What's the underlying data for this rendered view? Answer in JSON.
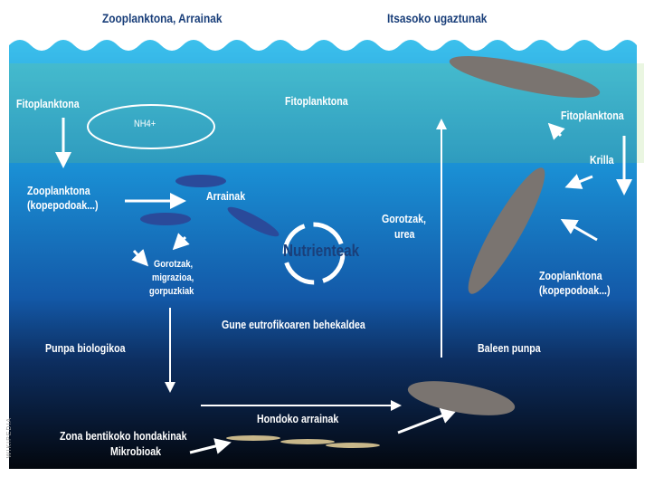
{
  "titles": {
    "left": "Zooplanktona, Arrainak",
    "right": "Itsasoko ugaztunak"
  },
  "labels": {
    "fito_left": "Fitoplanktona",
    "nh4": "NH4+",
    "zoo_left_1": "Zooplanktona",
    "zoo_left_2": "(kopepodoak...)",
    "arrainak": "Arrainak",
    "gorotzak_1": "Gorotzak,",
    "gorotzak_2": "migrazioa,",
    "gorotzak_3": "gorpuzkiak",
    "fito_center": "Fitoplanktona",
    "nutrienteak": "Nutrienteak",
    "gorotzak_urea_1": "Gorotzak,",
    "gorotzak_urea_2": "urea",
    "fito_right": "Fitoplanktona",
    "krilla": "Krilla",
    "zoo_right_1": "Zooplanktona",
    "zoo_right_2": "(kopepodoak...)",
    "eufotikoa": "Gune eutrofikoaren behekaldea",
    "punpa_bio": "Punpa biologikoa",
    "baleen_punpa": "Baleen punpa",
    "hondoko": "Hondoko arrainak",
    "bentiko": "Zona bentikoko hondakinak",
    "mikrobioak": "Mikrobioak"
  },
  "watermark": "WIKIPEDIA",
  "colors": {
    "surface": "#2fb3e6",
    "deep": "#050a14",
    "title": "#1a3f7a",
    "fish": "#2a4a9a",
    "whale": "#7a7470"
  }
}
